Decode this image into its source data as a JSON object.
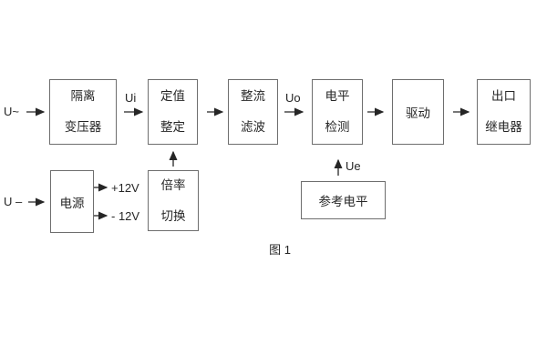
{
  "diagram": {
    "caption": "图 1",
    "inputs": {
      "ac": "U~",
      "dc": "U –"
    },
    "signal_labels": {
      "ui": "Ui",
      "uo": "Uo",
      "ue": "Ue",
      "plus_12v": "+12V",
      "minus_12v": "- 12V"
    },
    "blocks": {
      "isolation_transformer": {
        "line1": "隔离",
        "line2": "变压器"
      },
      "value_setting": {
        "line1": "定值",
        "line2": "整定"
      },
      "rectifier_filter": {
        "line1": "整流",
        "line2": "滤波"
      },
      "level_detection": {
        "line1": "电平",
        "line2": "检测"
      },
      "drive": {
        "label": "驱动"
      },
      "output_relay": {
        "line1": "出口",
        "line2": "继电器"
      },
      "power_supply": {
        "label": "电源"
      },
      "multiplier_switch": {
        "line1": "倍率",
        "line2": "切换"
      },
      "reference_level": {
        "label": "参考电平"
      }
    },
    "colors": {
      "background": "#ffffff",
      "box_border": "#6e6e6e",
      "text": "#262626",
      "arrow": "#262626"
    }
  }
}
